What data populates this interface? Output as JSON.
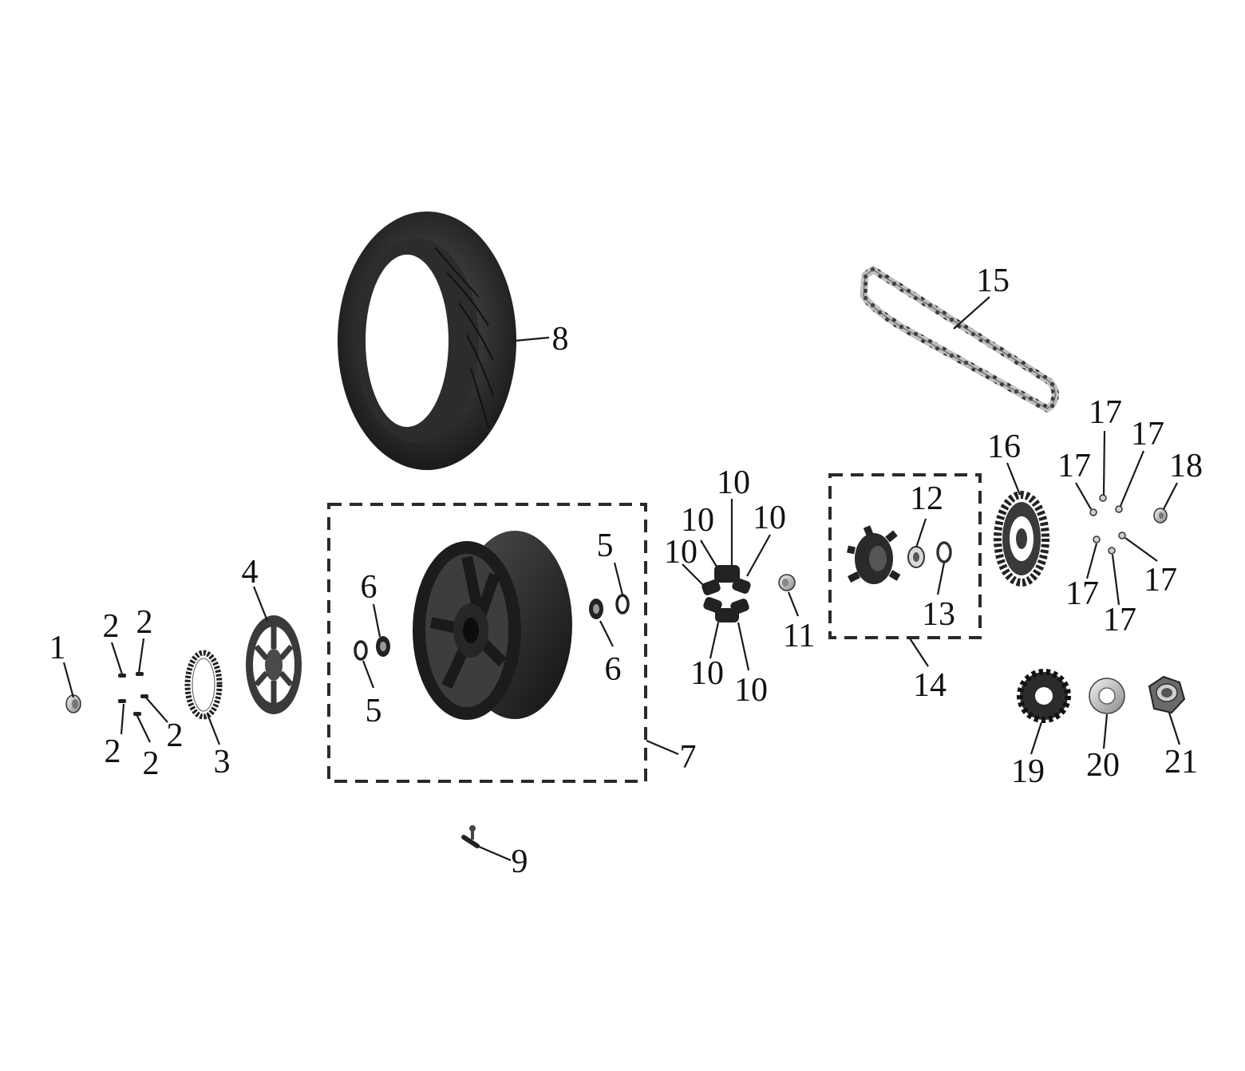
{
  "diagram": {
    "callouts": [
      "1",
      "2",
      "3",
      "4",
      "5",
      "6",
      "7",
      "8",
      "9",
      "10",
      "11",
      "12",
      "13",
      "14",
      "15",
      "16",
      "17",
      "18",
      "19",
      "20",
      "21"
    ]
  },
  "colors": {
    "part_dark": "#202020",
    "part_mid": "#4a4a4a",
    "part_light": "#bdbdbd",
    "line": "#1a1a1a"
  }
}
